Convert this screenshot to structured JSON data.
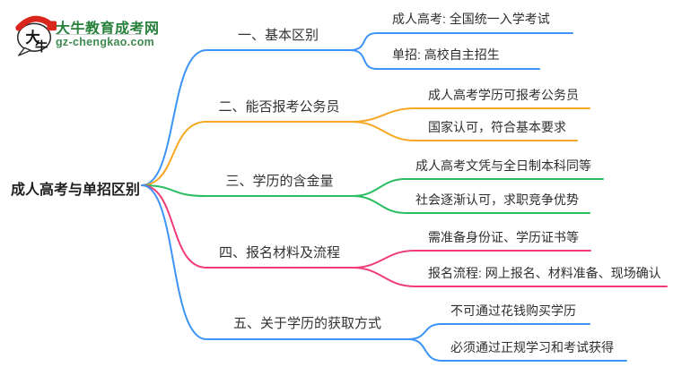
{
  "logo": {
    "icon_chars_top": "大",
    "icon_chars_bottom": "牛",
    "title": "大牛教育成考网",
    "domain": "gz-chengkao.com",
    "title_color": "#27813C",
    "icon_red": "#D9251C"
  },
  "root": {
    "label": "成人高考与单招区别"
  },
  "branches": [
    {
      "label": "一、基本区别",
      "color": "#3D94F6",
      "children": [
        {
          "label": "成人高考: 全国统一入学考试"
        },
        {
          "label": "单招: 高校自主招生"
        }
      ]
    },
    {
      "label": "二、能否报考公务员",
      "color": "#F7A823",
      "children": [
        {
          "label": "成人高考学历可报考公务员"
        },
        {
          "label": "国家认可，符合基本要求"
        }
      ]
    },
    {
      "label": "三、学历的含金量",
      "color": "#2ABD62",
      "children": [
        {
          "label": "成人高考文凭与全日制本科同等"
        },
        {
          "label": "社会逐渐认可，求职竞争优势"
        }
      ]
    },
    {
      "label": "四、报名材料及流程",
      "color": "#F03C78",
      "children": [
        {
          "label": "需准备身份证、学历证书等"
        },
        {
          "label": "报名流程: 网上报名、材料准备、现场确认"
        }
      ]
    },
    {
      "label": "五、关于学历的获取方式",
      "color": "#3D94F6",
      "children": [
        {
          "label": "不可通过花钱购买学历"
        },
        {
          "label": "必须通过正规学习和考试获得"
        }
      ]
    }
  ]
}
